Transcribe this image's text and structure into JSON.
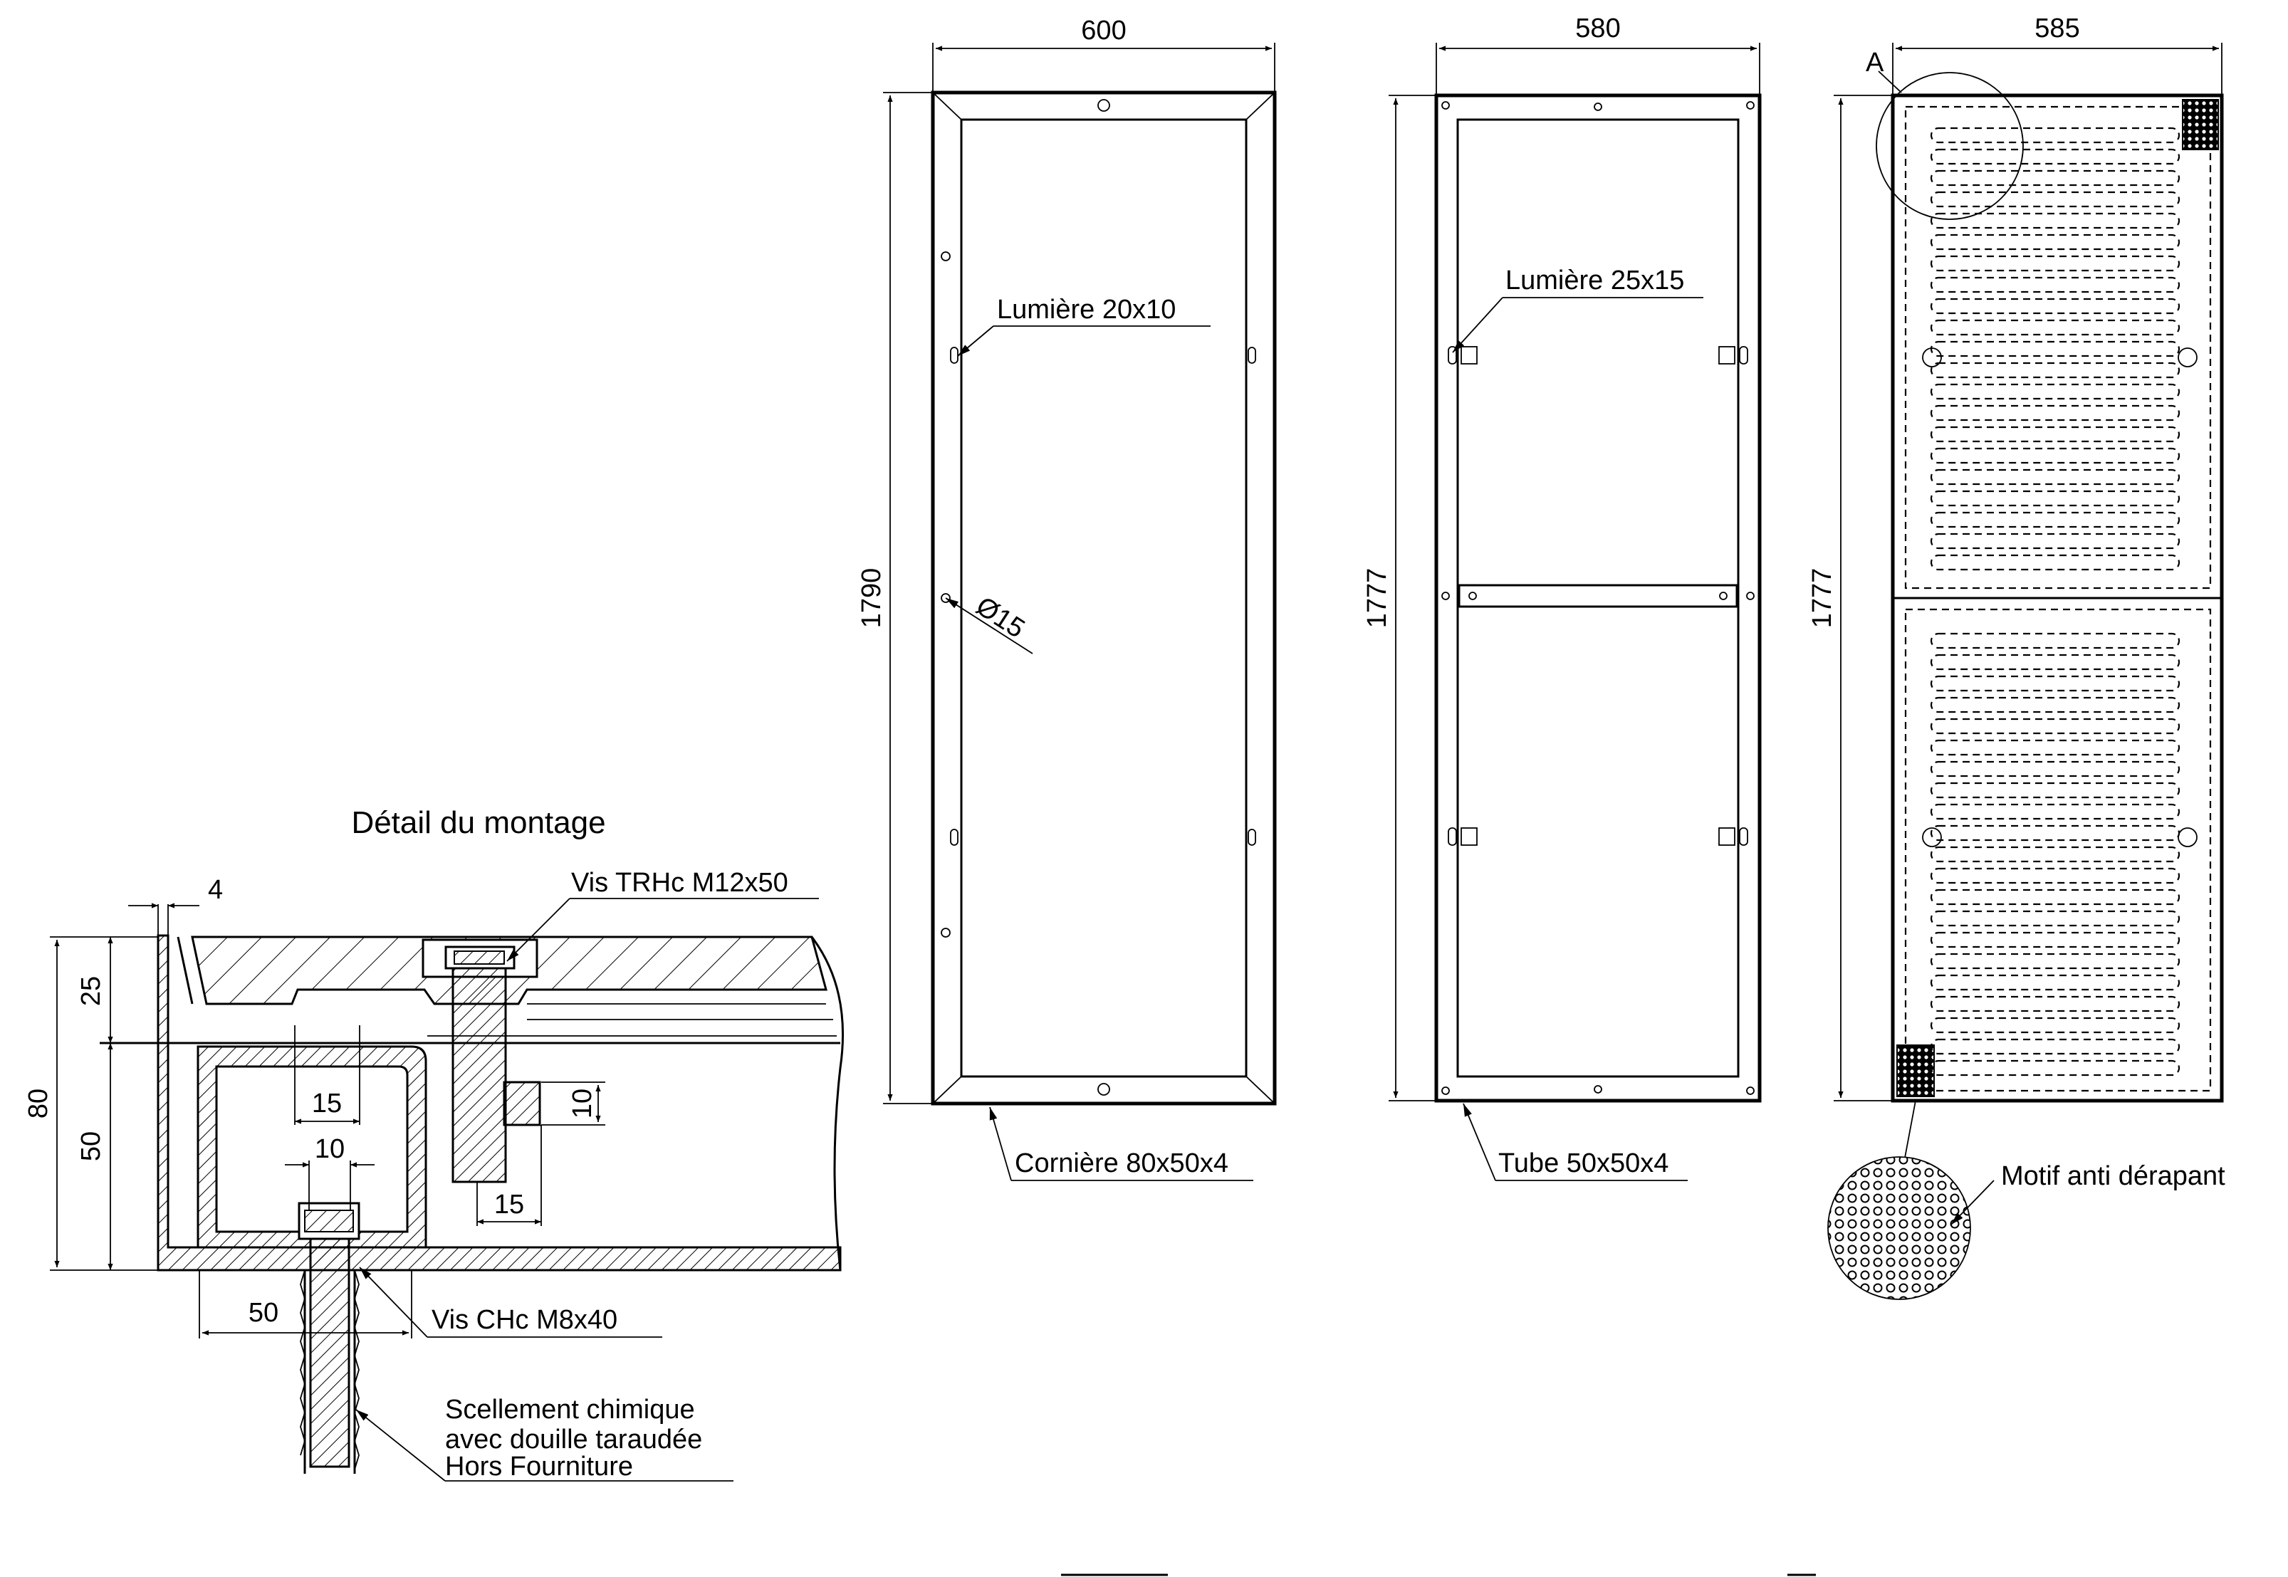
{
  "detail": {
    "title": "Détail du montage",
    "callouts": {
      "screw_top": "Vis TRHc M12x50",
      "screw_bottom": "Vis CHc M8x40",
      "anchor_line1": "Scellement chimique",
      "anchor_line2": "avec douille taraudée",
      "anchor_line3": "Hors Fourniture"
    },
    "dims": {
      "d4": "4",
      "d25": "25",
      "d80": "80",
      "d50v": "50",
      "d15a": "15",
      "d10a": "10",
      "d10b": "10",
      "d15b": "15",
      "d50h": "50"
    }
  },
  "view1": {
    "width": "600",
    "height": "1790",
    "slot": "Lumière 20x10",
    "hole": "Ø15",
    "profile": "Cornière 80x50x4"
  },
  "view2": {
    "width": "580",
    "height": "1777",
    "slot": "Lumière 25x15",
    "profile": "Tube 50x50x4"
  },
  "view3": {
    "width": "585",
    "height": "1777",
    "section_mark": "A",
    "pattern_label": "Motif anti dérapant"
  },
  "colors": {
    "ink": "#000000",
    "paper": "#ffffff"
  }
}
